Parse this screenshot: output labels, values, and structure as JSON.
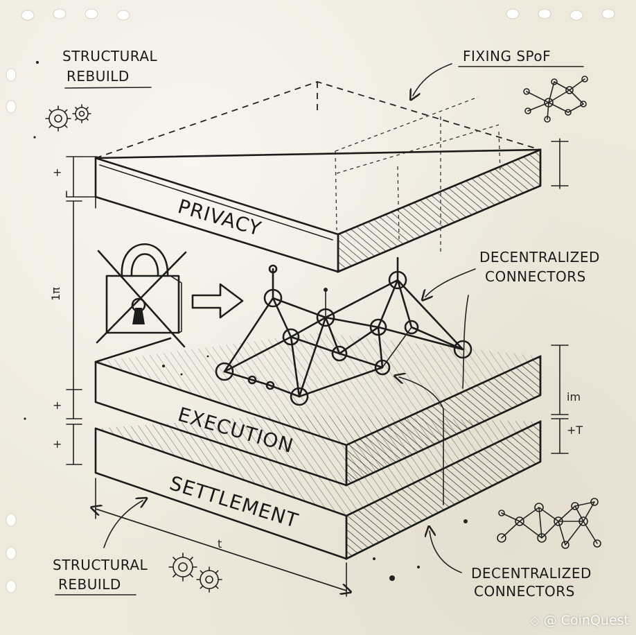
{
  "labels": {
    "top_left": "STRUCTURAL\nREBUILD",
    "top_left_line1": "STRUCTURAL",
    "top_left_line2": "REBUILD",
    "top_right": "FIXING SPoF",
    "right_mid_line1": "DECENTRALIZED",
    "right_mid_line2": "CONNECTORS",
    "bottom_left_line1": "STRUCTURAL",
    "bottom_left_line2": "REBUILD",
    "bottom_right_line1": "DECENTRALIZED",
    "bottom_right_line2": "CONNECTORS"
  },
  "layers": {
    "top": "PRIVACY",
    "middle": "EXECUTION",
    "bottom": "SETTLEMENT"
  },
  "dimension_marks": {
    "left_top": "+",
    "left_main": "1π",
    "left_small": "+",
    "left_bottom": "+",
    "right_upper": "im",
    "right_lower": "+T",
    "bottom": "t"
  },
  "watermark": {
    "icon": "diamond-logo-icon",
    "text": "@ CoinQuest"
  }
}
